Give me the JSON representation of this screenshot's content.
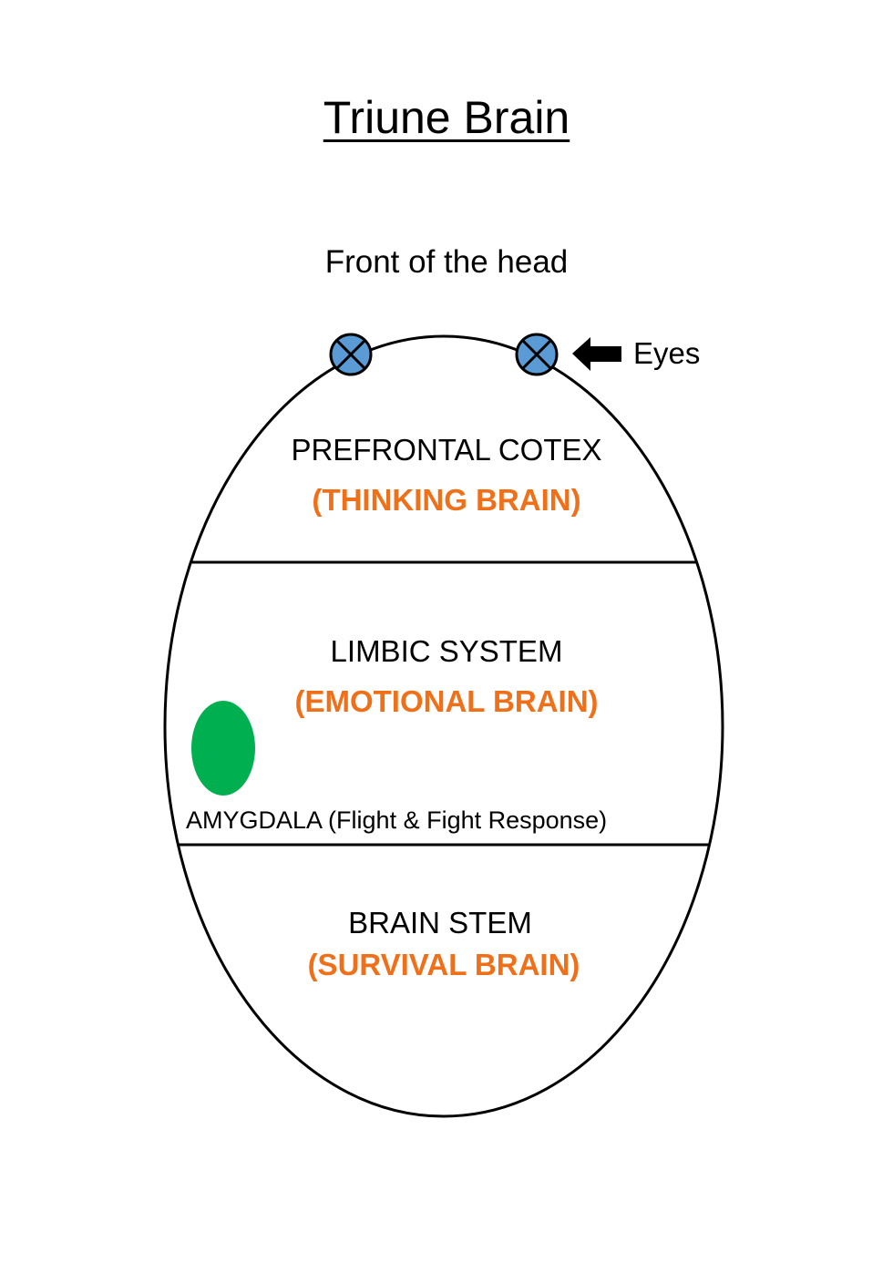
{
  "title": "Triune Brain",
  "front_label": "Front of the head",
  "eyes_label": "Eyes",
  "regions": [
    {
      "name": "PREFRONTAL COTEX",
      "subtitle": "(THINKING BRAIN)"
    },
    {
      "name": "LIMBIC SYSTEM",
      "subtitle": "(EMOTIONAL BRAIN)"
    },
    {
      "name": "BRAIN STEM",
      "subtitle": "(SURVIVAL BRAIN)"
    }
  ],
  "amygdala_label": "AMYGDALA (Flight & Fight Response)",
  "colors": {
    "subtitle": "#F07019",
    "eye_fill": "#5B9BD5",
    "amygdala": "#00B050",
    "outline": "#000000"
  },
  "icons": {
    "eye": "circle-x-icon",
    "pointer": "arrow-left-icon",
    "amygdala": "green-oval"
  }
}
